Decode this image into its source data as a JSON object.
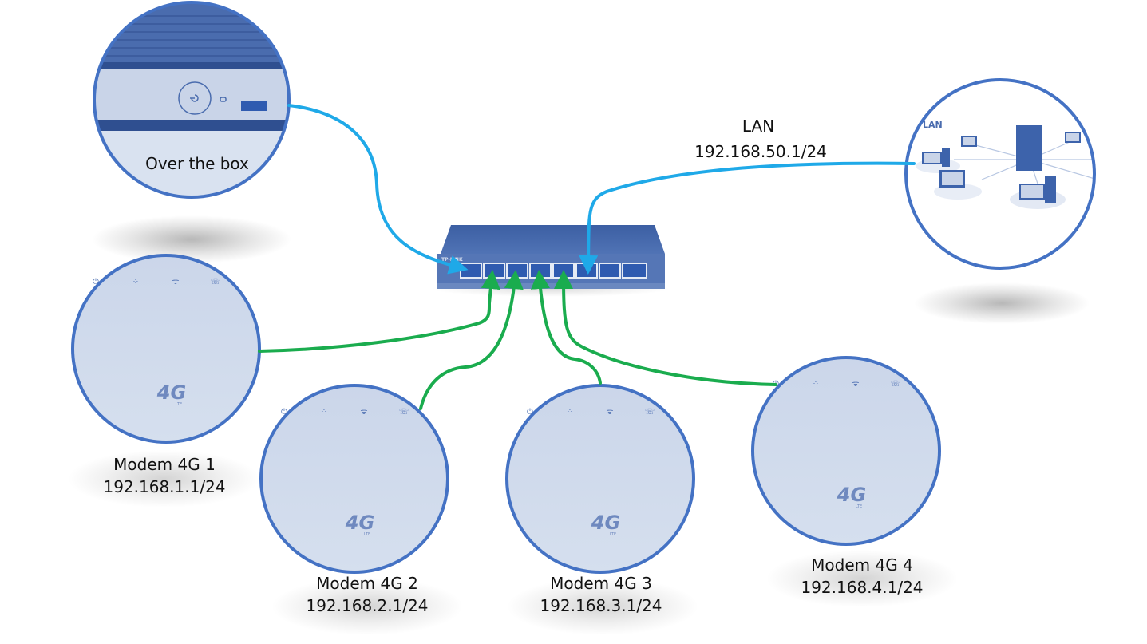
{
  "colors": {
    "lan_cable": "#1fa9e8",
    "modem_cable": "#1aac4e",
    "circle_border": "#4472c4",
    "device_fill": "#cdd8ea",
    "switch_body": "#3f64a8",
    "text": "#111111"
  },
  "box": {
    "caption": "Over the box",
    "icons": [
      "power-button-icon",
      "usb-port-icon"
    ]
  },
  "switch": {
    "brand": "TP-LINK",
    "port_count": 8
  },
  "lan": {
    "title": "LAN",
    "subnet": "192.168.50.1/24",
    "inner_caption": "LAN"
  },
  "modems": [
    {
      "name": "Modem 4G 1",
      "subnet": "192.168.1.1/24",
      "badge": "4G",
      "sub_badge": "LTE"
    },
    {
      "name": "Modem 4G 2",
      "subnet": "192.168.2.1/24",
      "badge": "4G",
      "sub_badge": "LTE"
    },
    {
      "name": "Modem 4G 3",
      "subnet": "192.168.3.1/24",
      "badge": "4G",
      "sub_badge": "LTE"
    },
    {
      "name": "Modem 4G 4",
      "subnet": "192.168.4.1/24",
      "badge": "4G",
      "sub_badge": "LTE"
    }
  ]
}
